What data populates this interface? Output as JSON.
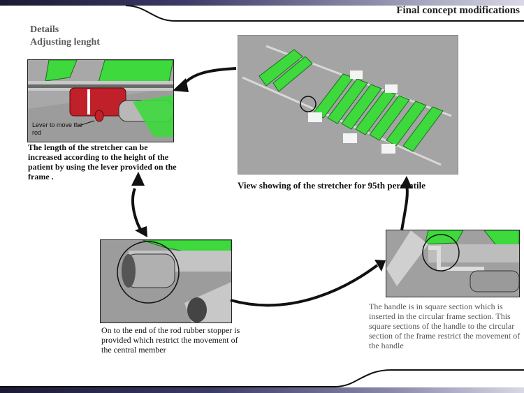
{
  "page": {
    "title": "Final concept modifications",
    "details_label": "Details",
    "details_sub": "Adjusting lenght"
  },
  "panels": {
    "top_left": {
      "inset_label": "Lever to move the rod",
      "caption": "The length of the stretcher can be increased according to the height of the patient by using the lever provided on the frame ."
    },
    "top_right": {
      "caption": "View showing of the stretcher for 95th percentile"
    },
    "bottom_left": {
      "caption": "On to the end of the rod rubber stopper is provided which restrict the movement of the central member"
    },
    "bottom_right": {
      "caption": "The handle is in square section which is inserted in the circular frame section. This square sections of the handle to the circular section of the frame restrict the movement of the handle"
    }
  },
  "colors": {
    "green": "#3dd93d",
    "panel_gray": "#9c9c9c",
    "red": "#c0202a"
  }
}
